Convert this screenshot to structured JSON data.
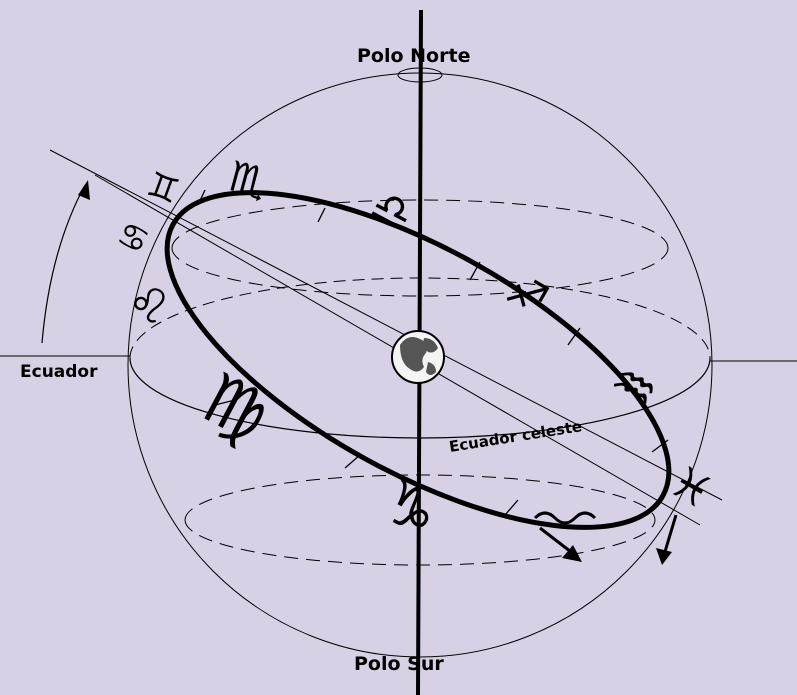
{
  "background": "#d8d0e4",
  "ink": "#000000",
  "labels": {
    "north_pole": "Polo Norte",
    "south_pole": "Polo Sur",
    "equator": "Ecuador",
    "celestial_equator": "Ecuador celeste"
  },
  "zodiac_glyphs": [
    "♊",
    "♋",
    "♌",
    "♍",
    "♎",
    "♏",
    "♐",
    "♑",
    "♒",
    "♓"
  ]
}
